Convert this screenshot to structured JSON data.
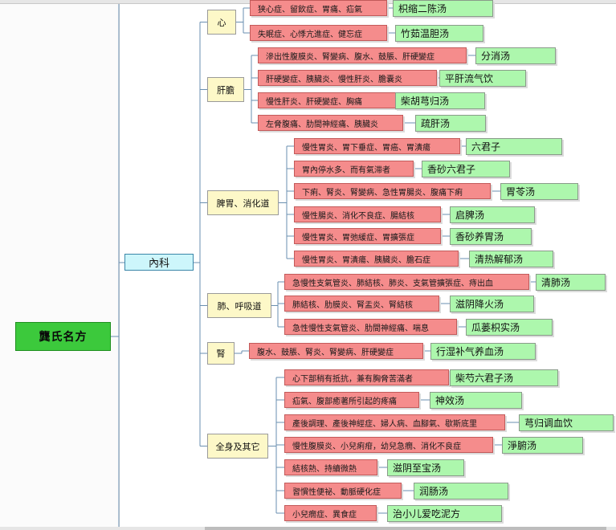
{
  "root": "龔氏名方",
  "hub": "內科",
  "categories": [
    {
      "label": "心",
      "rows": [
        {
          "symptom": "狭心症、留飲症、胃痛、疝氣",
          "formula": "枳缩二陈汤"
        },
        {
          "symptom": "失眠症、心悸亢進症、健忘症",
          "formula": "竹茹温胆汤"
        }
      ]
    },
    {
      "label": "肝膽",
      "rows": [
        {
          "symptom": "滲出性腹膜炎、腎變病、腹水、鼓脹、肝硬變症",
          "formula": "分消汤"
        },
        {
          "symptom": "肝硬變症、胰臟炎、慢性肝炎、膽囊炎",
          "formula": "平肝流气饮"
        },
        {
          "symptom": "慢性肝炎、肝硬變症、胸痛",
          "formula": "柴胡芎归汤"
        },
        {
          "symptom": "左脅腹痛、肋間神經痛、胰臟炎",
          "formula": "疏肝汤"
        }
      ]
    },
    {
      "label": "脾胃、消化道",
      "rows": [
        {
          "symptom": "慢性胃炎、胃下垂症、胃癌、胃潰瘍",
          "formula": "六君子"
        },
        {
          "symptom": "胃內停水多、而有氣滞者",
          "formula": "香砂六君子"
        },
        {
          "symptom": "下痢、腎炎、腎變病、急性胃腸炎、腹痛下痢",
          "formula": "胃苓汤"
        },
        {
          "symptom": "慢性腸炎、消化不良症、腸結核",
          "formula": "启脾汤"
        },
        {
          "symptom": "慢性胃炎、胃弛緩症、胃擴張症",
          "formula": "香砂养胃汤"
        },
        {
          "symptom": "慢性胃炎、胃潰瘍、胰臟炎、膽石症",
          "formula": "清热解郁汤"
        }
      ]
    },
    {
      "label": "肺、呼吸道",
      "rows": [
        {
          "symptom": "急慢性支氣管炎、肺結核、肺炎、支氣管擴張症、痔出血",
          "formula": "清肺汤"
        },
        {
          "symptom": "肺結核、肋膜炎、腎盂炎、腎結核",
          "formula": "滋阴降火汤"
        },
        {
          "symptom": "急性慢性支氣管炎、肋間神經痛、喘息",
          "formula": "瓜蒌枳实汤"
        }
      ]
    },
    {
      "label": "腎",
      "rows": [
        {
          "symptom": "腹水、鼓脹、腎炎、腎變病、肝硬變症",
          "formula": "行湿补气养血汤"
        }
      ]
    },
    {
      "label": "全身及其它",
      "rows": [
        {
          "symptom": "心下部稍有抵抗，兼有胸脅苦滿者",
          "formula": "柴芍六君子汤"
        },
        {
          "symptom": "疝氣、腹部癒著所引起的疼痛",
          "formula": "神效汤"
        },
        {
          "symptom": "產後調理、產後神經症、婦人病、血腳氣、歇斯底里",
          "formula": "芎归调血饮"
        },
        {
          "symptom": "慢性腹膜炎、小兒痢疳，幼兒急癇、消化不良症",
          "formula": "淨腑汤"
        },
        {
          "symptom": "結核熱、持續微熱",
          "formula": "滋阴至宝汤"
        },
        {
          "symptom": "習慣性便祕、動脈硬化症",
          "formula": "润肠汤"
        },
        {
          "symptom": "小兒癇症、異食症",
          "formula": "治小儿爱吃泥方"
        }
      ]
    }
  ]
}
